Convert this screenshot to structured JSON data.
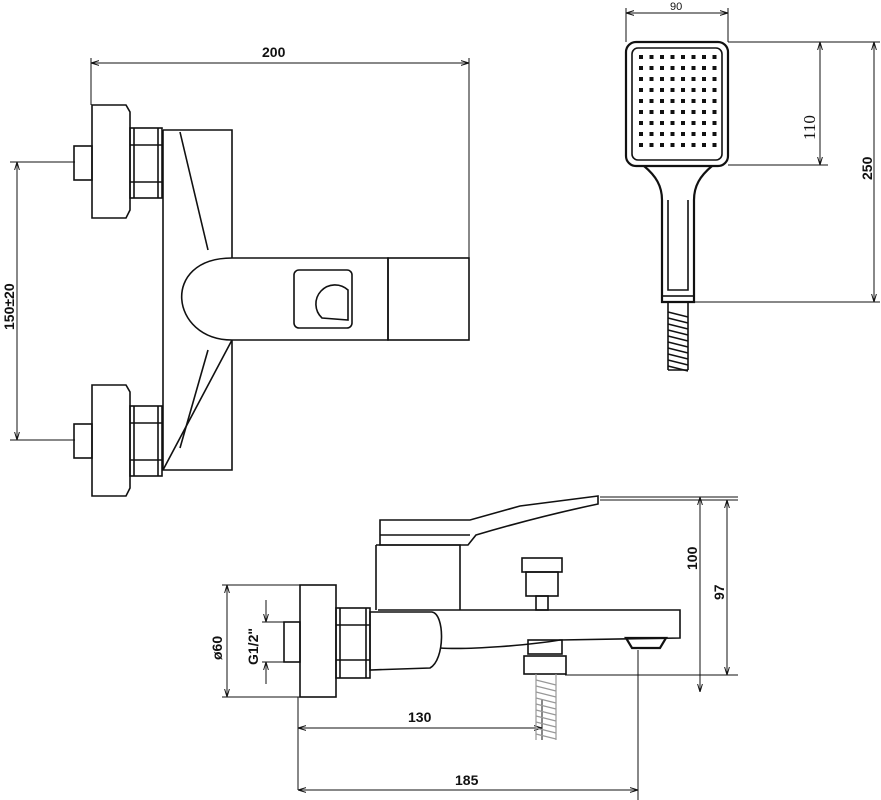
{
  "dimensions": {
    "top_width": "200",
    "connection_spacing": "150±20",
    "shower_width": "90",
    "shower_head_height": "110",
    "shower_total_height": "250",
    "side_total_height": "100",
    "side_spout_height": "97",
    "flange_diameter": "ø60",
    "thread_size": "G1/2\"",
    "side_projection": "130",
    "side_total_depth": "185"
  }
}
